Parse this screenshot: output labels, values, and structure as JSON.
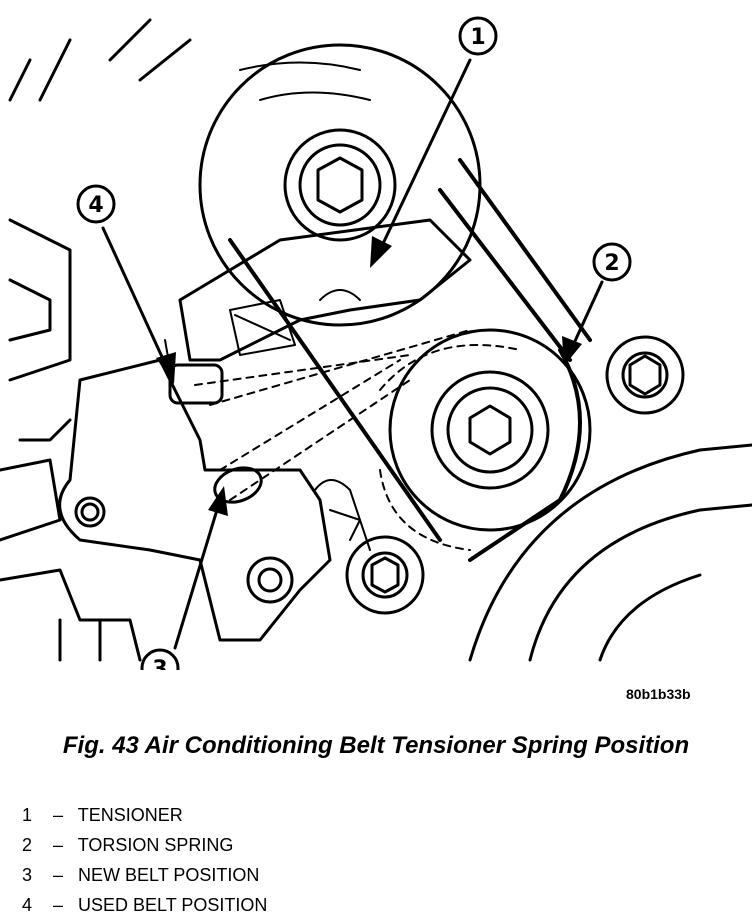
{
  "figure": {
    "drawing_code": "80b1b33b",
    "caption": "Fig. 43 Air Conditioning Belt Tensioner Spring Position"
  },
  "callouts": [
    "1",
    "2",
    "3",
    "4"
  ],
  "legend": [
    {
      "number": "1",
      "separator": "–",
      "label": "TENSIONER"
    },
    {
      "number": "2",
      "separator": "–",
      "label": "TORSION SPRING"
    },
    {
      "number": "3",
      "separator": "–",
      "label": "NEW BELT POSITION"
    },
    {
      "number": "4",
      "separator": "–",
      "label": "USED BELT POSITION"
    }
  ]
}
